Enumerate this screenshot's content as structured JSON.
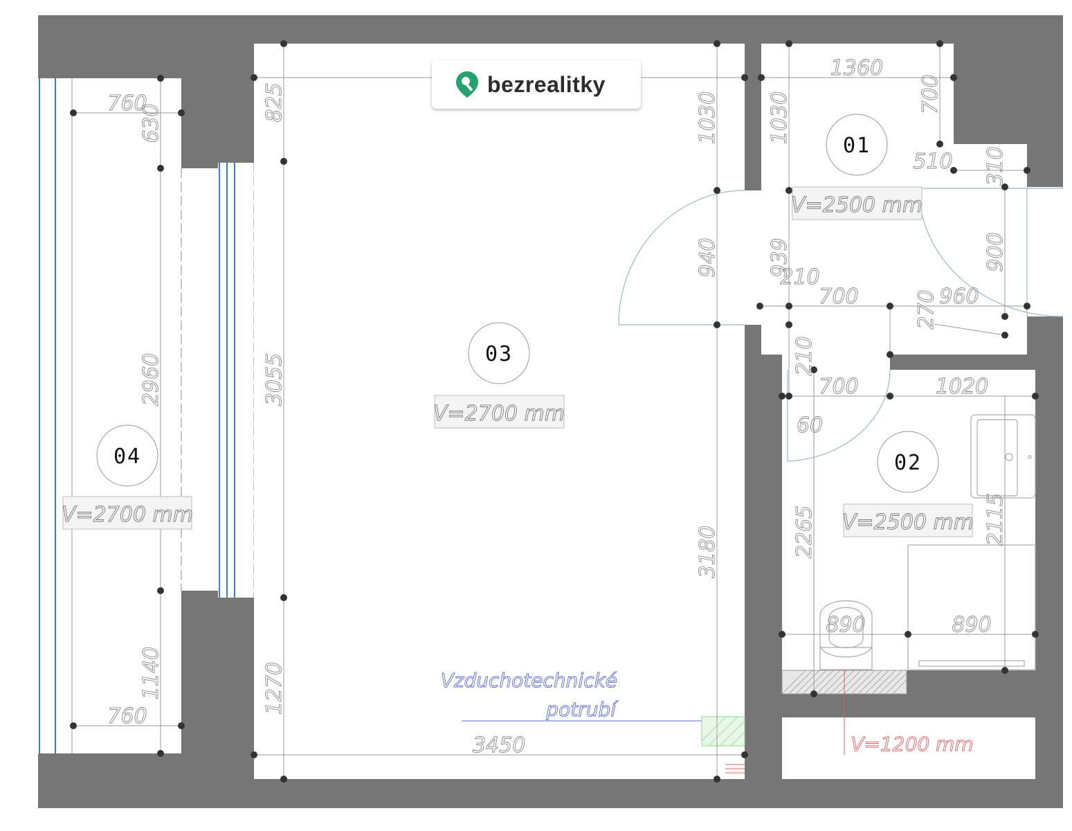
{
  "brand": {
    "name": "bezrealitky",
    "accent": "#23a36b"
  },
  "colors": {
    "wall": "#767676",
    "floor": "#ffffff",
    "window": "#3a7bd5",
    "dim_line": "#9a9a9a",
    "door_arc": "#9fb7cc",
    "vent": "#5a6bd8",
    "low_height": "#e06060",
    "vent_box": "#8fd88f"
  },
  "rooms": [
    {
      "id": "01",
      "height": "V=2500 mm"
    },
    {
      "id": "02",
      "height": "V=2500 mm"
    },
    {
      "id": "03",
      "height": "V=2700 mm"
    },
    {
      "id": "04",
      "height": "V=2700 mm"
    }
  ],
  "notes": {
    "vent_line1": "Vzduchotechnické",
    "vent_line2": "potrubí",
    "low_height": "V=1200 mm"
  },
  "dimensions": {
    "d760_top": "760",
    "d630": "630",
    "d2960": "2960",
    "d1140": "1140",
    "d760_bottom": "760",
    "d825": "825",
    "d3055": "3055",
    "d1270": "1270",
    "d3450": "3450",
    "d1030_left": "1030",
    "d940": "940",
    "d3180": "3180",
    "d1360": "1360",
    "d700_top": "700",
    "d1030_right": "1030",
    "d510": "510",
    "d310": "310",
    "d939": "939",
    "d210_top": "210",
    "d700_mid": "700",
    "d270": "270",
    "d960": "960",
    "d900": "900",
    "d210_side": "210",
    "d700_low": "700",
    "d1020": "1020",
    "d60": "60",
    "d2265": "2265",
    "d2115": "2115",
    "d890_left": "890",
    "d890_right": "890"
  }
}
